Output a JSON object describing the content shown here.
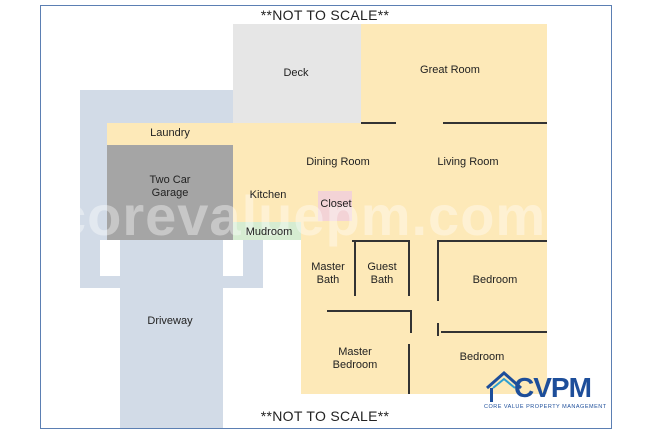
{
  "note_top": "**NOT TO SCALE**",
  "note_bottom": "**NOT TO SCALE**",
  "rooms": {
    "deck": "Deck",
    "great_room": "Great Room",
    "laundry": "Laundry",
    "two_car_garage_line1": "Two Car",
    "two_car_garage_line2": "Garage",
    "dining_room": "Dining Room",
    "living_room": "Living Room",
    "kitchen": "Kitchen",
    "closet": "Closet",
    "mudroom": "Mudroom",
    "master_bath_line1": "Master",
    "master_bath_line2": "Bath",
    "guest_bath_line1": "Guest",
    "guest_bath_line2": "Bath",
    "bedroom_1": "Bedroom",
    "driveway": "Driveway",
    "master_bedroom_line1": "Master",
    "master_bedroom_line2": "Bedroom",
    "bedroom_2": "Bedroom"
  },
  "watermark": "corevaluepm.com",
  "logo": {
    "name": "CVPM",
    "tagline": "CORE VALUE PROPERTY MANAGEMENT"
  },
  "colors": {
    "living_area": "#fde9b8",
    "garage": "#a5a5a5",
    "deck": "#e6e6e6",
    "driveway": "#d2dbe7",
    "mudroom": "#d6ecd1",
    "closet": "#f3d3d6",
    "logo_blue": "#1d4e9a"
  }
}
